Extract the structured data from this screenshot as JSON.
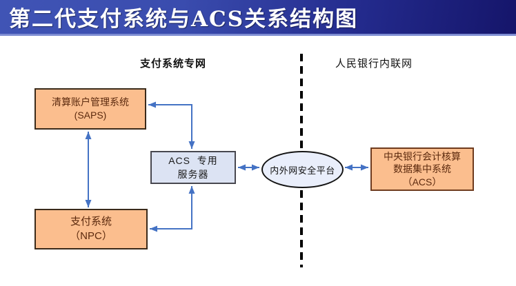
{
  "title": "第二代支付系统与ACS关系结构图",
  "diagram": {
    "left_zone_label": "支付系统专网",
    "right_zone_label": "人民银行内联网",
    "nodes": {
      "saps": {
        "line1": "清算账户管理系统",
        "line2": "(SAPS)"
      },
      "npc": {
        "line1": "支付系统",
        "line2": "（NPC）"
      },
      "acs_server": {
        "line1": "ACS  专用",
        "line2": "服务器"
      },
      "security_platform": {
        "label": "内外网安全平台"
      },
      "acs_central": {
        "line1": "中央银行会计核算",
        "line2": "数据集中系统",
        "line3": "（ACS）"
      }
    },
    "connections": [
      {
        "from": "saps",
        "to": "npc",
        "type": "bidirectional"
      },
      {
        "from": "saps",
        "to": "acs_server",
        "type": "bidirectional"
      },
      {
        "from": "npc",
        "to": "acs_server",
        "type": "bidirectional"
      },
      {
        "from": "acs_server",
        "to": "security_platform",
        "type": "bidirectional"
      },
      {
        "from": "security_platform",
        "to": "acs_central",
        "type": "bidirectional"
      }
    ],
    "divider": {
      "style": "dashed",
      "orientation": "vertical"
    }
  },
  "colors": {
    "title_text": "#FFFFFF",
    "title_bg_left": "#4054B5",
    "title_bg_right": "#15156A",
    "arrow_blue": "#4472C4",
    "node_orange_fill": "#FBBE8E",
    "node_server_fill": "#DCE3F3",
    "ellipse_fill": "#E9EEFB",
    "divider_black": "#000000"
  }
}
